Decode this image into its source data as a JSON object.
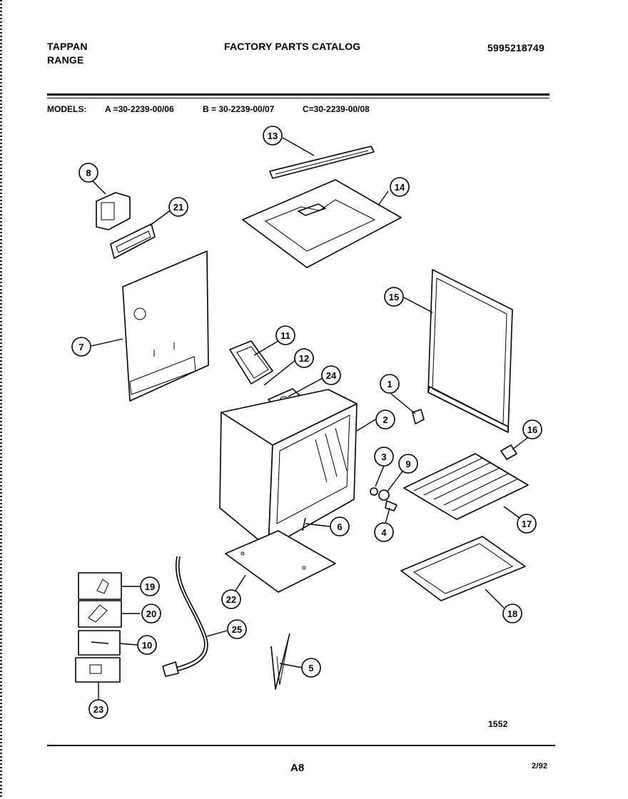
{
  "header": {
    "brand_line1": "TAPPAN",
    "brand_line2": "RANGE",
    "catalog_title": "FACTORY PARTS CATALOG",
    "catalog_number": "5995218749"
  },
  "models": {
    "label": "MODELS:",
    "a": "A =30-2239-00/06",
    "b": "B = 30-2239-00/07",
    "c": "C=30-2239-00/08"
  },
  "callouts": [
    "1",
    "2",
    "3",
    "4",
    "5",
    "6",
    "7",
    "8",
    "9",
    "10",
    "11",
    "12",
    "13",
    "14",
    "15",
    "16",
    "17",
    "18",
    "19",
    "20",
    "21",
    "22",
    "23",
    "24",
    "25"
  ],
  "drawing_number": "1552",
  "footer": {
    "page_code": "A8",
    "date": "2/92"
  }
}
